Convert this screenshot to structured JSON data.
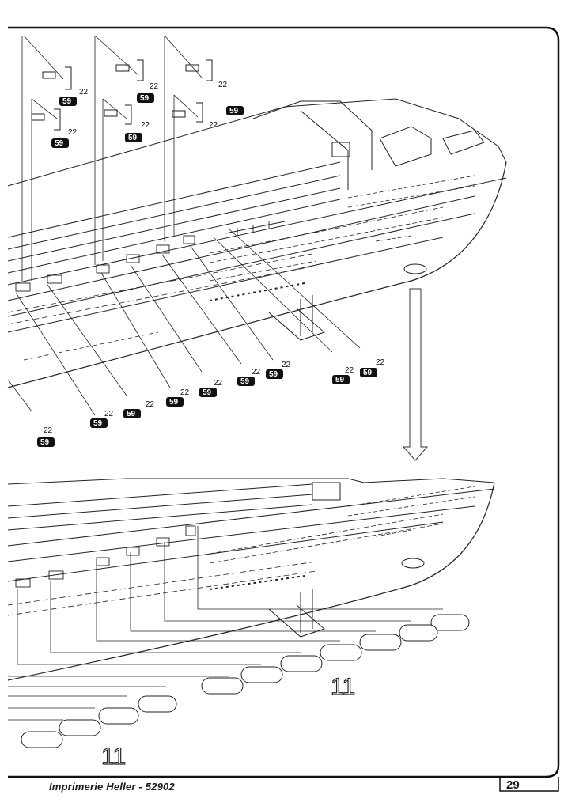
{
  "footer": {
    "publisher": "Imprimerie Heller - 52902",
    "page_number": "29"
  },
  "callouts": {
    "part_a": "59",
    "part_b": "22"
  },
  "steps": {
    "lifeboat_step_right": "11",
    "lifeboat_step_left": "11"
  }
}
